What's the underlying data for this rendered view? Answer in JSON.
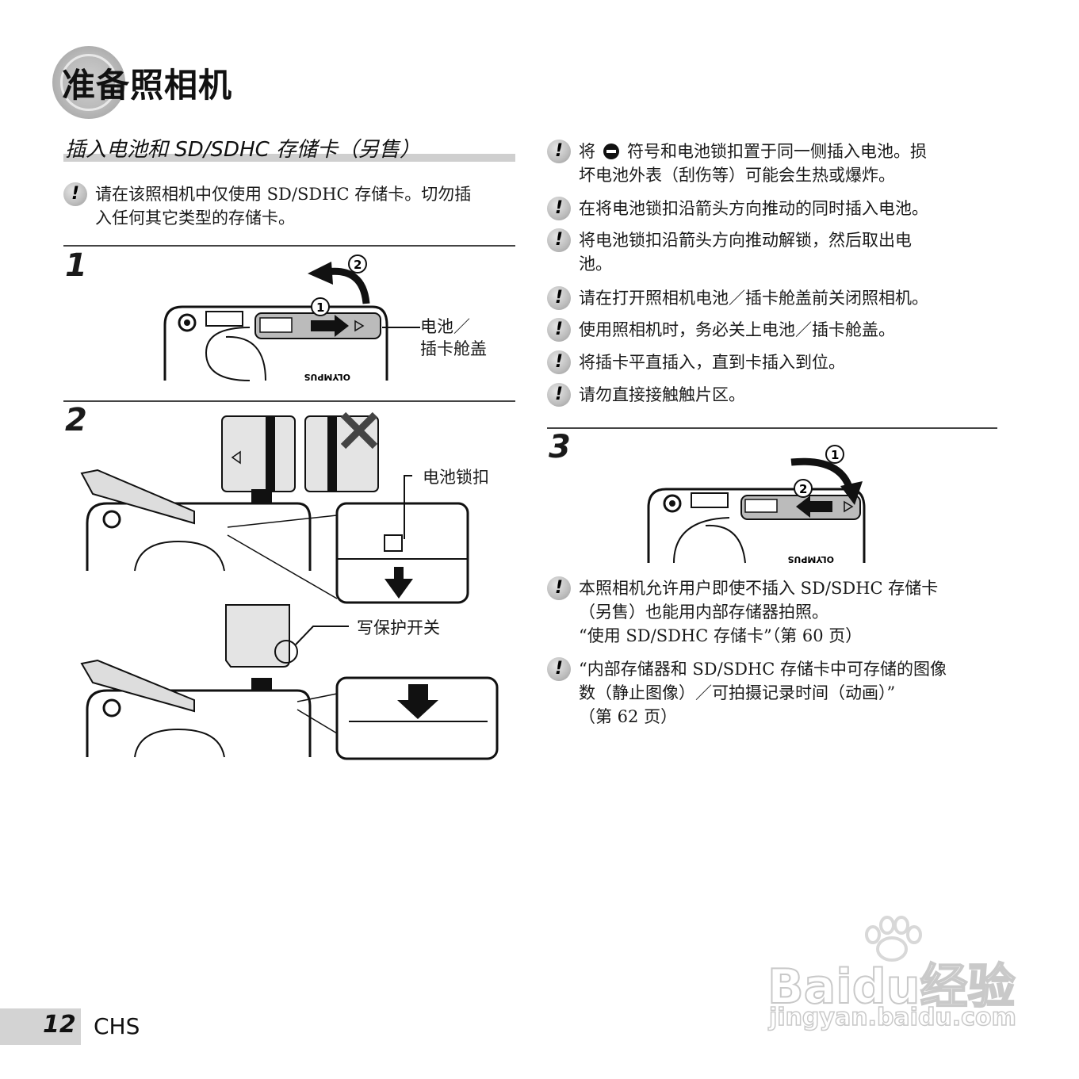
{
  "header": {
    "title": "准备照相机"
  },
  "section": {
    "title": "插入电池和 SD/SDHC 存储卡（另售）"
  },
  "left_note": "请在该照相机中仅使用 SD/SDHC 存储卡。切勿插\n入任何其它类型的存储卡。",
  "steps": {
    "s1": "1",
    "s2": "2",
    "s3": "3"
  },
  "callouts": {
    "cover": "电池／\n插卡舱盖",
    "lock": "电池锁扣",
    "write_protect": "写保护开关"
  },
  "illustration_labels": {
    "brand": "OLYMPUS",
    "n1": "1",
    "n2": "2"
  },
  "right_notes": {
    "n1_pre": "将",
    "n1_post": "符号和电池锁扣置于同一侧插入电池。损\n坏电池外表（刮伤等）可能会生热或爆炸。",
    "n2": "在将电池锁扣沿箭头方向推动的同时插入电池。",
    "n3": "将电池锁扣沿箭头方向推动解锁，然后取出电\n池。",
    "n4": "请在打开照相机电池／插卡舱盖前关闭照相机。",
    "n5": "使用照相机时，务必关上电池／插卡舱盖。",
    "n6": "将插卡平直插入，直到卡插入到位。",
    "n7": "请勿直接接触触片区。",
    "n8": "本照相机允许用户即使不插入 SD/SDHC 存储卡\n（另售）也能用内部存储器拍照。\n“使用 SD/SDHC 存储卡”（第 60 页）",
    "n9": "“内部存储器和 SD/SDHC 存储卡中可存储的图像\n数（静止图像）／可拍摄记录时间（动画）”\n（第 62 页）"
  },
  "footer": {
    "page": "12",
    "lang": "CHS"
  },
  "watermark": {
    "brand": "Baidu经验",
    "url": "jingyan.baidu.com"
  }
}
